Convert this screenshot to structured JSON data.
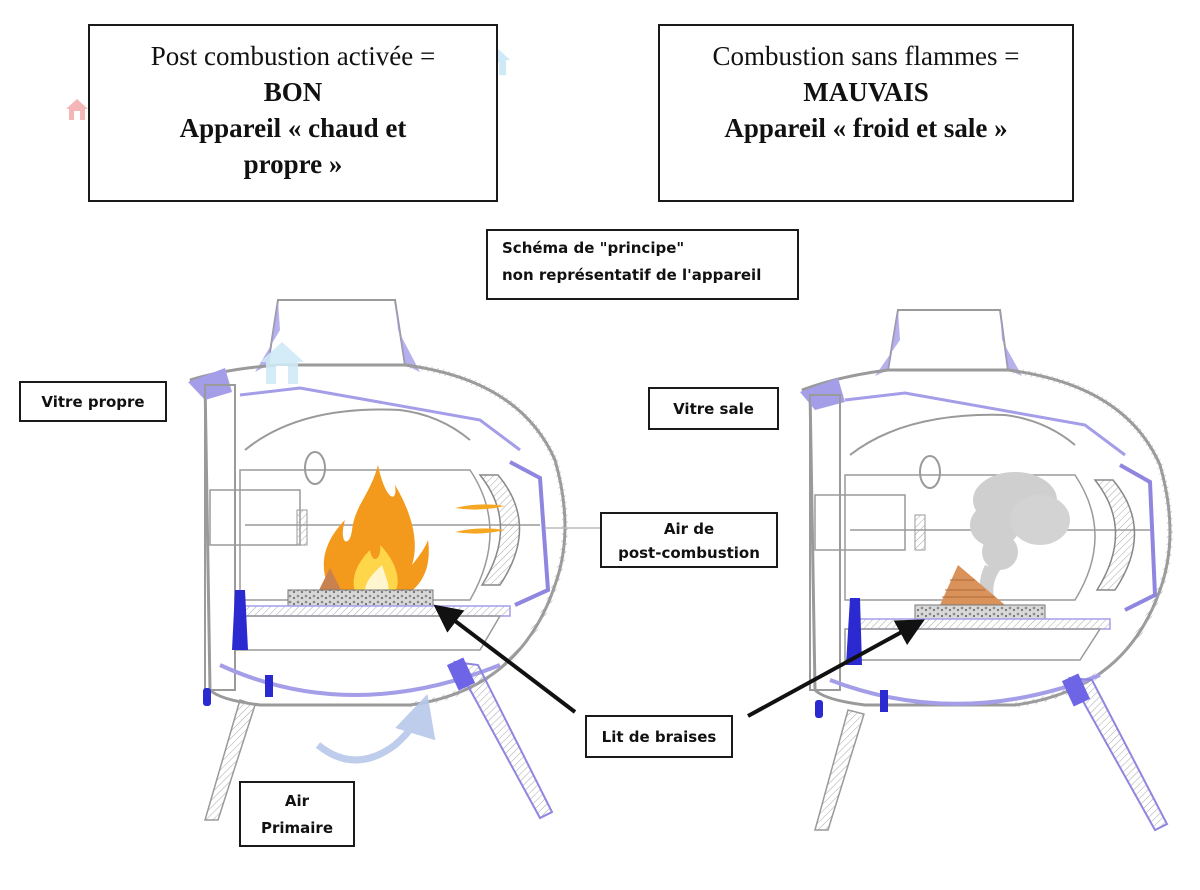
{
  "panels": {
    "good": {
      "line1": "Post combustion activée =",
      "line2": "BON",
      "line3": "Appareil « chaud et",
      "line4": "propre »"
    },
    "bad": {
      "line1": "Combustion sans flammes =",
      "line2": "MAUVAIS",
      "line3": "Appareil « froid et sale »"
    }
  },
  "schema_note": {
    "line1": "Schéma de \"principe\"",
    "line2": "non représentatif de l'appareil"
  },
  "labels": {
    "vitre_propre": "Vitre propre",
    "vitre_sale": "Vitre sale",
    "air_post_line1": "Air de",
    "air_post_line2": "post-combustion",
    "lit_de_braises": "Lit de braises",
    "air_primaire_line1": "Air",
    "air_primaire_line2": "Primaire"
  },
  "diagrams": {
    "left_stove": {
      "state": "flames",
      "description": "post-combustion active"
    },
    "right_stove": {
      "state": "smoke",
      "description": "smouldering without flames"
    }
  },
  "colors": {
    "outline": "#9a9a9a",
    "stove_accent": "#8f86e0",
    "stove_accent_dark": "#2a2ad0",
    "flame_outer": "#f39a1c",
    "flame_inner": "#ffd54a",
    "smoke": "#cfcfcf",
    "wood": "#d9925a",
    "arrow": "#111111",
    "air_arrow": "#b9c8ea"
  },
  "watermarks": [
    "house-icon-red",
    "house-icon-blue",
    "house-icon-blue-2"
  ]
}
